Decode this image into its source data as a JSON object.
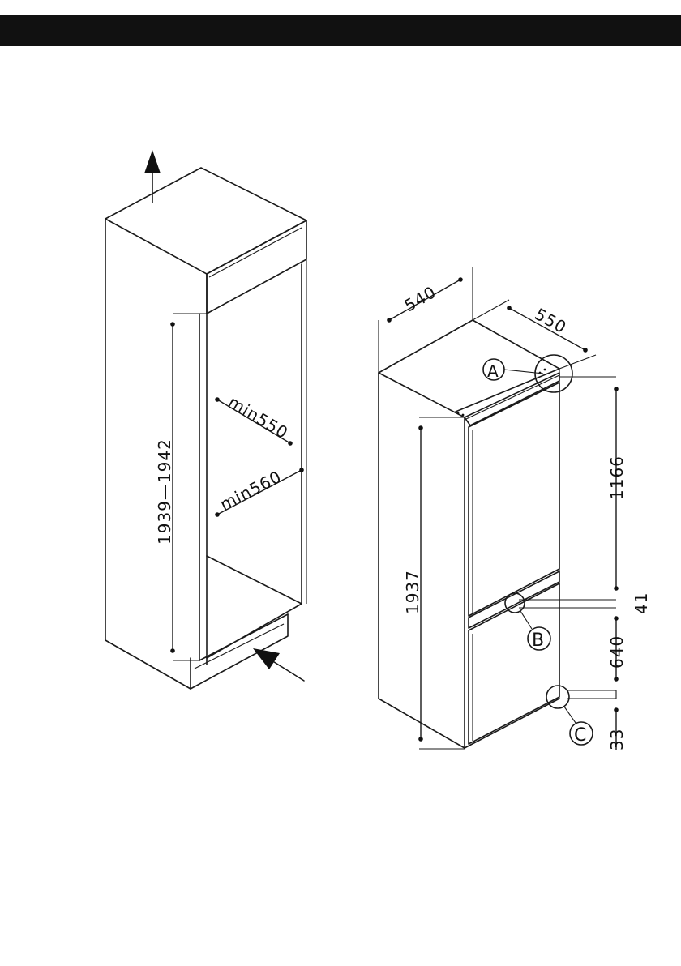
{
  "diagram": {
    "niche": {
      "height_label": "1939—1942",
      "width_min_label": "min550",
      "depth_min_label": "min560"
    },
    "appliance": {
      "width_label": "540",
      "depth_label": "550",
      "height_label": "1937",
      "upper_label": "1166",
      "gap_label": "41",
      "lower_label": "640",
      "base_label": "33",
      "callouts": [
        "A",
        "B",
        "C"
      ]
    },
    "colors": {
      "ink": "#111111",
      "header": "#111111",
      "background": "#ffffff"
    }
  }
}
